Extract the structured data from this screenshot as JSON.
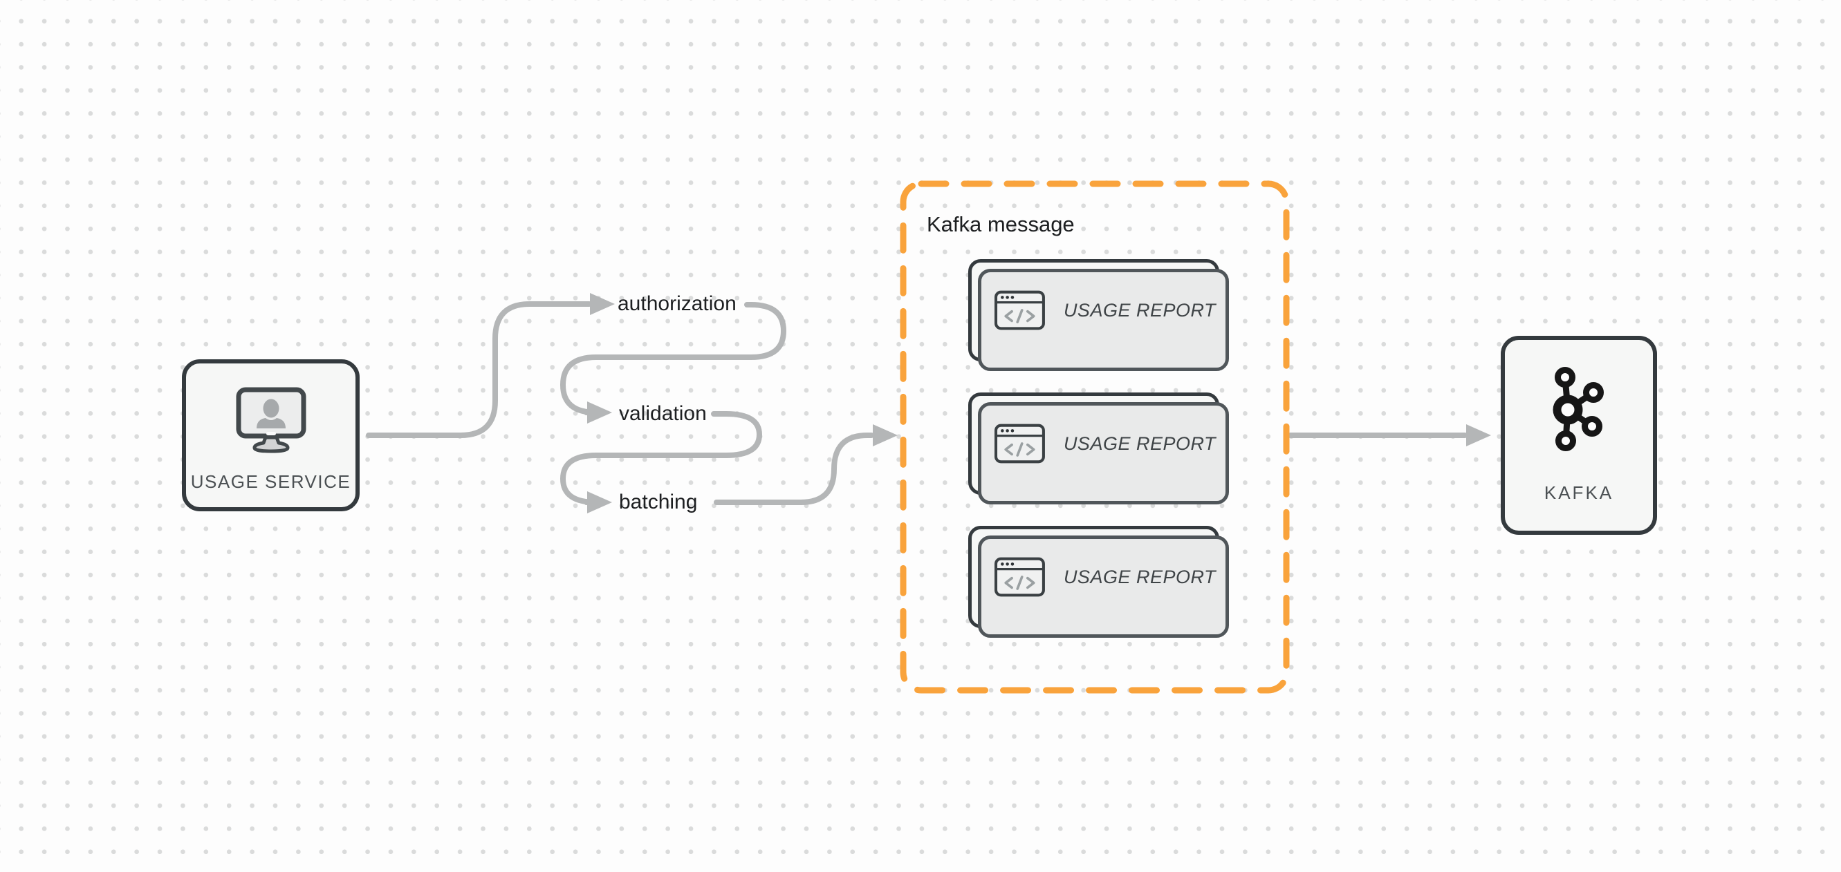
{
  "diagram": {
    "nodes": {
      "usage_service": {
        "label": "USAGE SERVICE",
        "icon": "monitor-user-icon"
      },
      "kafka": {
        "label": "KAFKA",
        "icon": "kafka-logo-icon"
      }
    },
    "flow": {
      "steps": [
        {
          "label": "authorization"
        },
        {
          "label": "validation"
        },
        {
          "label": "batching"
        }
      ]
    },
    "kafka_message_group": {
      "title": "Kafka message",
      "messages": [
        {
          "label": "USAGE REPORT",
          "icon": "code-window-icon"
        },
        {
          "label": "USAGE REPORT",
          "icon": "code-window-icon"
        },
        {
          "label": "USAGE REPORT",
          "icon": "code-window-icon"
        }
      ]
    },
    "colors": {
      "group_border_orange": "#F9A33C",
      "connector_gray": "#B4B6B7",
      "node_border_dark": "#343A3E",
      "node_fill": "#F6F7F6",
      "background_dot": "#DADBDB"
    }
  }
}
